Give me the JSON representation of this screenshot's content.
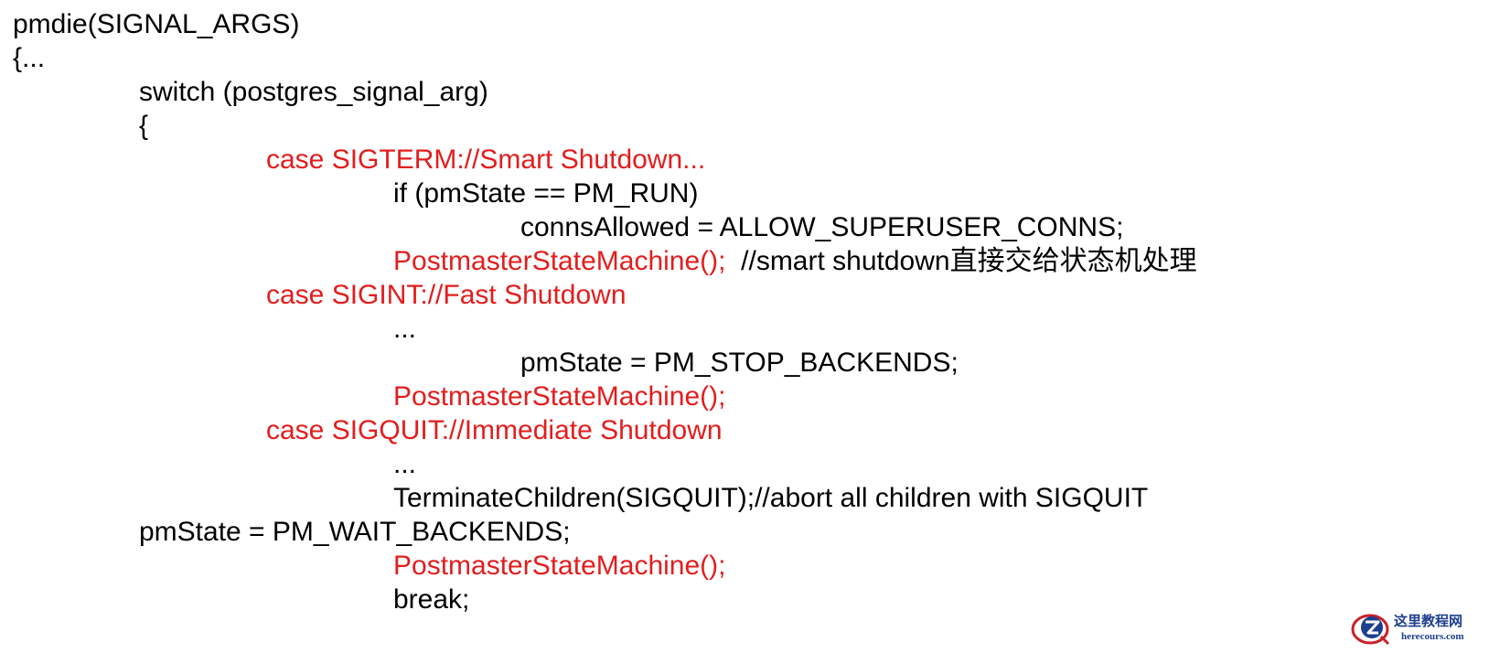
{
  "code_lines": [
    {
      "segments": [
        {
          "text": "pmdie(SIGNAL_ARGS)",
          "color": "black"
        }
      ]
    },
    {
      "segments": [
        {
          "text": "{...",
          "color": "black"
        }
      ]
    },
    {
      "segments": [
        {
          "text": "switch (postgres_signal_arg)",
          "color": "black"
        }
      ]
    },
    {
      "segments": [
        {
          "text": "{",
          "color": "black"
        }
      ]
    },
    {
      "segments": [
        {
          "text": "case SIGTERM://Smart Shutdown...",
          "color": "red"
        }
      ]
    },
    {
      "segments": [
        {
          "text": "if (pmState == PM_RUN)",
          "color": "black"
        }
      ]
    },
    {
      "segments": [
        {
          "text": "connsAllowed = ALLOW_SUPERUSER_CONNS;",
          "color": "black"
        }
      ]
    },
    {
      "segments": [
        {
          "text": "PostmasterStateMachine(); ",
          "color": "red"
        },
        {
          "text": " //smart shutdown直接交给状态机处理",
          "color": "black"
        }
      ]
    },
    {
      "segments": [
        {
          "text": "case SIGINT://Fast Shutdown",
          "color": "red"
        }
      ]
    },
    {
      "segments": [
        {
          "text": "...",
          "color": "black"
        }
      ]
    },
    {
      "segments": [
        {
          "text": "pmState = PM_STOP_BACKENDS;",
          "color": "black"
        }
      ]
    },
    {
      "segments": [
        {
          "text": "PostmasterStateMachine();",
          "color": "red"
        }
      ]
    },
    {
      "segments": [
        {
          "text": "case SIGQUIT://Immediate Shutdown",
          "color": "red"
        }
      ]
    },
    {
      "segments": [
        {
          "text": "...",
          "color": "black"
        }
      ]
    },
    {
      "segments": [
        {
          "text": "TerminateChildren(SIGQUIT);//abort all children with SIGQUIT",
          "color": "black"
        }
      ]
    },
    {
      "segments": [
        {
          "text": "pmState = PM_WAIT_BACKENDS;",
          "color": "black"
        }
      ]
    },
    {
      "segments": [
        {
          "text": "PostmasterStateMachine();",
          "color": "red"
        }
      ]
    },
    {
      "segments": [
        {
          "text": "break;",
          "color": "black"
        }
      ]
    }
  ],
  "colors": {
    "text": "#000000",
    "highlight": "#e31d1d",
    "watermark": "#1d3e8f"
  },
  "watermark": {
    "logo_icon": "z-logo-icon",
    "title": "这里教程网",
    "url": "herecours.com"
  }
}
